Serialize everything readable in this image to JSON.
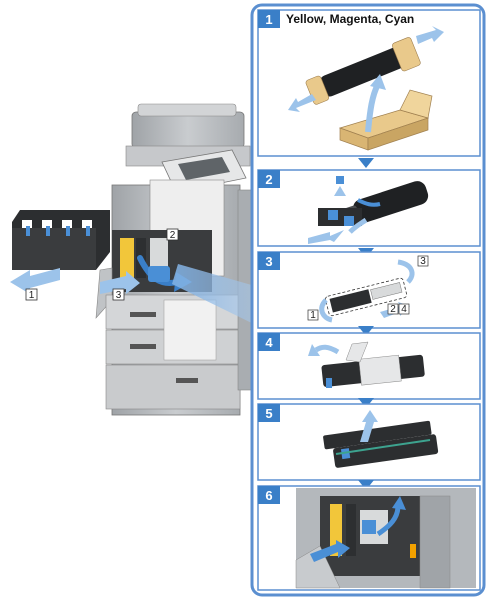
{
  "callouts": {
    "left_1": "1",
    "left_3": "3",
    "center_2": "2"
  },
  "steps": [
    {
      "num": "1",
      "title": "Yellow, Magenta, Cyan"
    },
    {
      "num": "2"
    },
    {
      "num": "3",
      "callouts": [
        "3",
        "1",
        "2",
        "4"
      ]
    },
    {
      "num": "4"
    },
    {
      "num": "5"
    },
    {
      "num": "6"
    }
  ],
  "colors": {
    "accent_blue": "#3a7fc8",
    "panel_border": "#5b8fd0",
    "arrow_light": "#9cc3ea",
    "gray_machine": "#b9bcbf"
  }
}
